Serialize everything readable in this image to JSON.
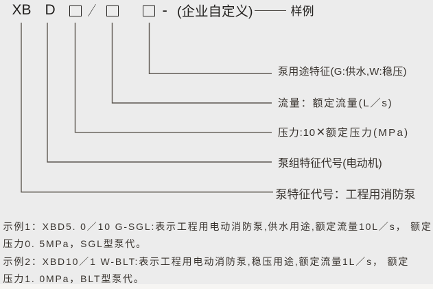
{
  "colors": {
    "background": "#ececec",
    "line": "#5d5751",
    "top_text": "#201e1c",
    "body_text": "#37322d"
  },
  "model_row": {
    "series_code": "XB",
    "drive_code": "D",
    "slash": "／",
    "hyphen": "-",
    "custom_suffix": "(企业自定义)",
    "sample_label": "样例"
  },
  "labels": [
    {
      "text": "泵用途特征(G:供水,W:稳压)"
    },
    {
      "text": "流量：额定流量(L／s)"
    },
    {
      "parts": [
        "压力:10",
        "×",
        "额定压力(MPa)"
      ]
    },
    {
      "text": "泵组特征代号(电动机)"
    },
    {
      "text": "泵特征代号：工程用消防泵"
    }
  ],
  "examples": [
    {
      "line1": "示例1：XBD5. 0／10 G-SGL:表示工程用电动消防泵,供水用途,额定流量10L／s， 额定",
      "line2": "压力0. 5MPa，SGL型泵代。"
    },
    {
      "line1": "示例2：XBD10／1 W-BLT:表示工程用电动消防泵,稳压用途,额定流量1L／s， 额定",
      "line2": "压力1. 0MPa，BLT型泵代。"
    }
  ]
}
